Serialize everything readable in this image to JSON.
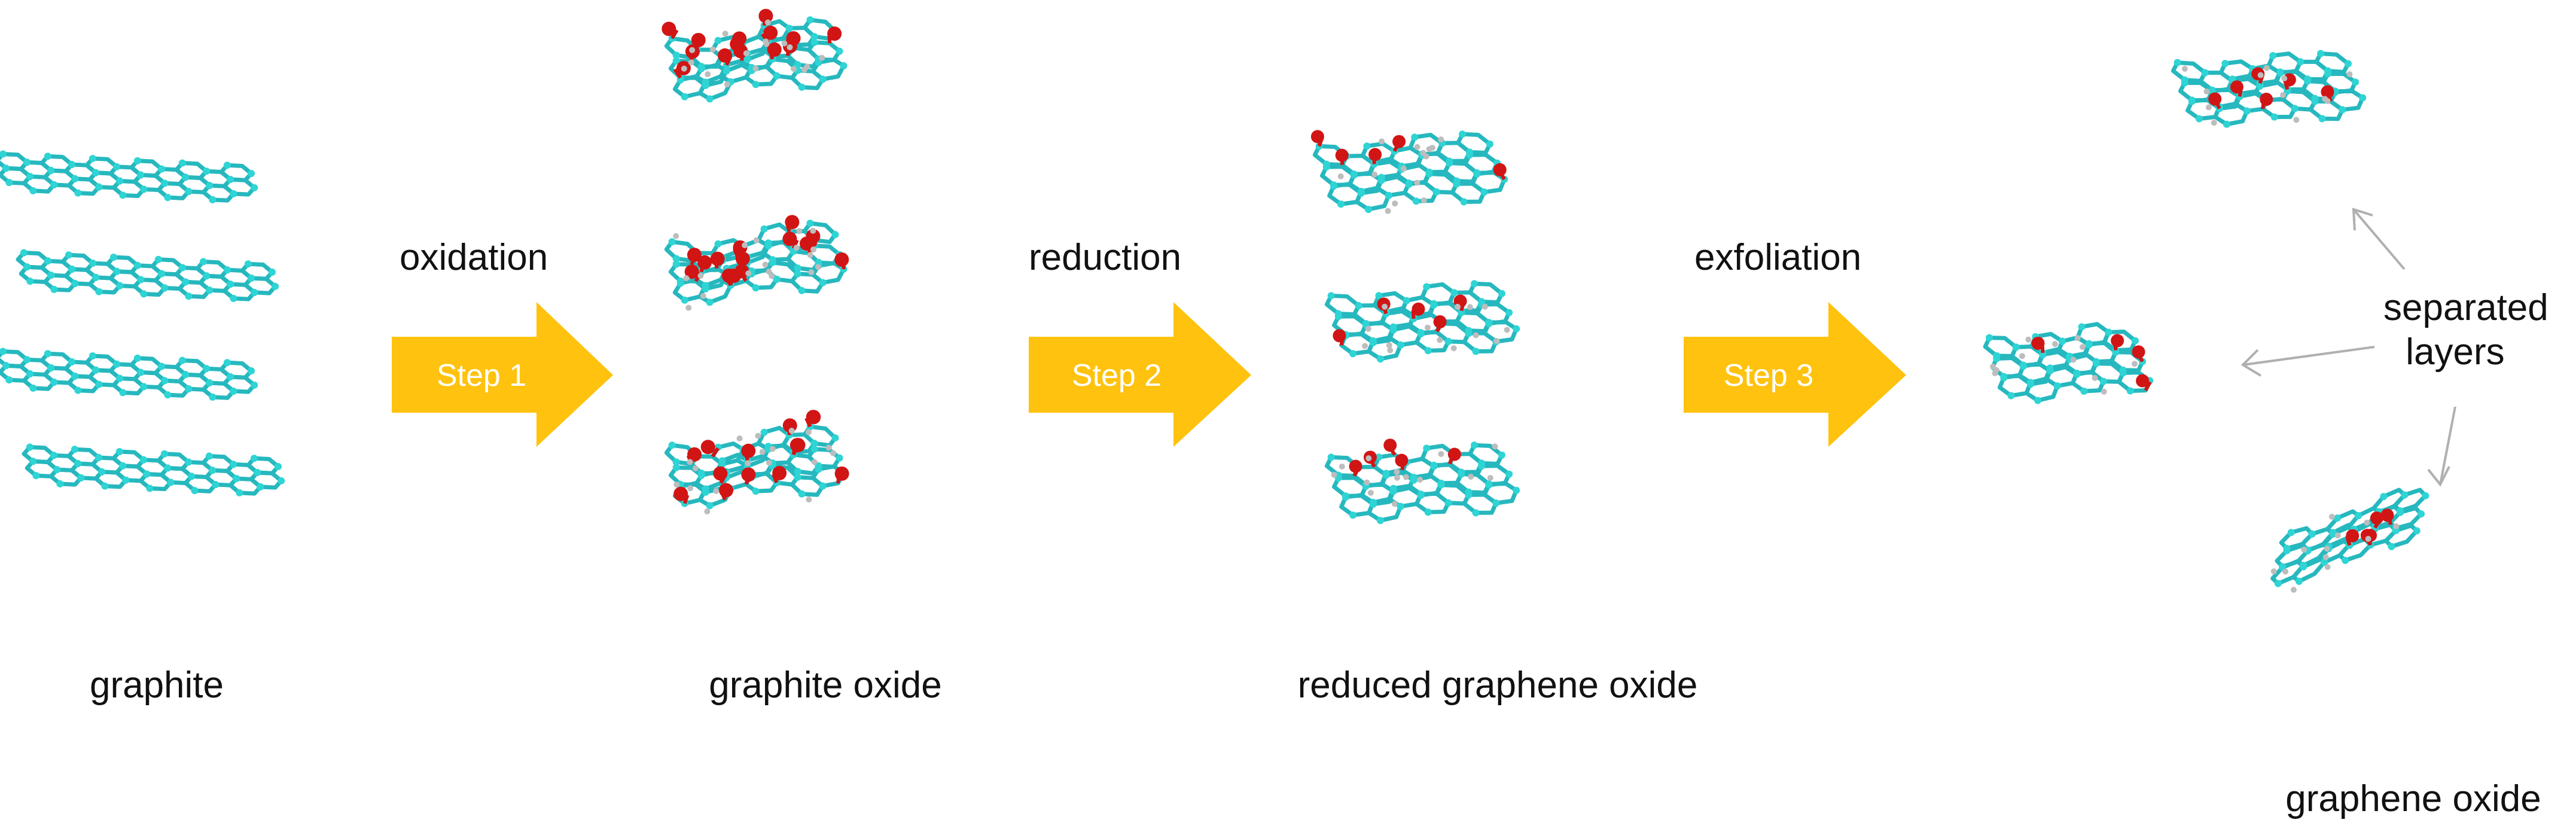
{
  "labels": {
    "graphite": "graphite",
    "graphite_oxide": "graphite oxide",
    "reduced_graphene_oxide": "reduced graphene oxide",
    "graphene_oxide": "graphene oxide",
    "separated": "separated",
    "layers": "layers"
  },
  "steps": [
    {
      "name": "oxidation",
      "step": "Step 1"
    },
    {
      "name": "reduction",
      "step": "Step 2"
    },
    {
      "name": "exfoliation",
      "step": "Step 3"
    }
  ],
  "colors": {
    "arrow": "#FFC20E",
    "carbon": "#2FD4D4",
    "carbon_bond": "#26B8BE",
    "oxygen": "#D11515",
    "hydrogen": "#BDBDBD",
    "text": "#111111",
    "pointer": "#B0B0B0"
  },
  "icons": [
    "graphene-sheet",
    "oxidized-sheet",
    "right-arrow",
    "pointer-arrow"
  ]
}
